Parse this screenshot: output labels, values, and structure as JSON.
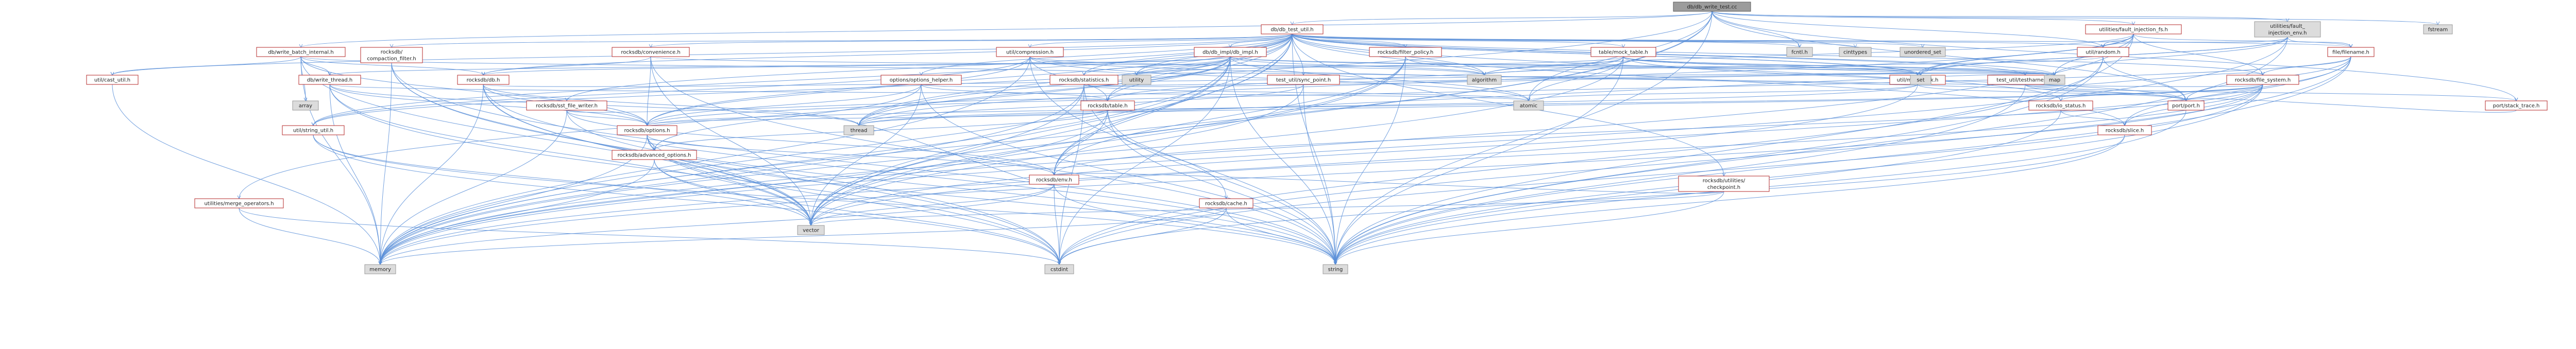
{
  "diagram": {
    "type": "include-dependency-graph",
    "colors": {
      "edge": "#5a8fd8",
      "local_border": "#b52a2a",
      "system_fill": "#dcdcdc",
      "root_fill": "#9c9c9c"
    },
    "nodes": [
      {
        "id": "root",
        "label": "db/db_write_test.cc",
        "kind": "root"
      },
      {
        "id": "db_test_util",
        "label": "db/db_test_util.h",
        "kind": "local"
      },
      {
        "id": "fault_inj_fs",
        "label": "utilities/fault_injection_fs.h",
        "kind": "local"
      },
      {
        "id": "fault_inj_env",
        "label": "utilities/fault_injection_env.h",
        "kind": "system"
      },
      {
        "id": "fstream",
        "label": "fstream",
        "kind": "system"
      },
      {
        "id": "write_batch_internal",
        "label": "db/write_batch_internal.h",
        "kind": "local"
      },
      {
        "id": "compaction_filter",
        "label": "rocksdb/compaction_filter.h",
        "kind": "local"
      },
      {
        "id": "convenience",
        "label": "rocksdb/convenience.h",
        "kind": "local"
      },
      {
        "id": "db_impl",
        "label": "db/db_impl/db_impl.h",
        "kind": "local"
      },
      {
        "id": "filter_policy",
        "label": "rocksdb/filter_policy.h",
        "kind": "local"
      },
      {
        "id": "mock_table",
        "label": "table/mock_table.h",
        "kind": "local"
      },
      {
        "id": "compression",
        "label": "util/compression.h",
        "kind": "local"
      },
      {
        "id": "statistics",
        "label": "rocksdb/statistics.h",
        "kind": "local"
      },
      {
        "id": "options_helper",
        "label": "options/options_helper.h",
        "kind": "local"
      },
      {
        "id": "sync_point",
        "label": "test_util/sync_point.h",
        "kind": "local"
      },
      {
        "id": "testharness",
        "label": "test_util/testharness.h",
        "kind": "local"
      },
      {
        "id": "mutexlock",
        "label": "util/mutexlock.h",
        "kind": "local"
      },
      {
        "id": "random",
        "label": "util/random.h",
        "kind": "local"
      },
      {
        "id": "filename",
        "label": "file/filename.h",
        "kind": "local"
      },
      {
        "id": "file_system",
        "label": "rocksdb/file_system.h",
        "kind": "local"
      },
      {
        "id": "stack_trace",
        "label": "port/stack_trace.h",
        "kind": "local"
      },
      {
        "id": "io_status",
        "label": "rocksdb/io_status.h",
        "kind": "local"
      },
      {
        "id": "port_h",
        "label": "port/port.h",
        "kind": "local"
      },
      {
        "id": "checkpoint",
        "label": "rocksdb/utilities/checkpoint.h",
        "kind": "local"
      },
      {
        "id": "slice",
        "label": "rocksdb/slice.h",
        "kind": "local"
      },
      {
        "id": "db_h",
        "label": "rocksdb/db.h",
        "kind": "local"
      },
      {
        "id": "write_thread",
        "label": "db/write_thread.h",
        "kind": "local"
      },
      {
        "id": "sst_file_writer",
        "label": "rocksdb/sst_file_writer.h",
        "kind": "local"
      },
      {
        "id": "table_h",
        "label": "rocksdb/table.h",
        "kind": "local"
      },
      {
        "id": "options_h",
        "label": "rocksdb/options.h",
        "kind": "local"
      },
      {
        "id": "adv_options",
        "label": "rocksdb/advanced_options.h",
        "kind": "local"
      },
      {
        "id": "env_h",
        "label": "rocksdb/env.h",
        "kind": "local"
      },
      {
        "id": "cache_h",
        "label": "rocksdb/cache.h",
        "kind": "local"
      },
      {
        "id": "cast_util",
        "label": "util/cast_util.h",
        "kind": "local"
      },
      {
        "id": "string_util",
        "label": "util/string_util.h",
        "kind": "local"
      },
      {
        "id": "merge_operators",
        "label": "utilities/merge_operators.h",
        "kind": "local"
      },
      {
        "id": "array",
        "label": "array",
        "kind": "system"
      },
      {
        "id": "utility",
        "label": "utility",
        "kind": "system"
      },
      {
        "id": "fcntl",
        "label": "fcntl.h",
        "kind": "system"
      },
      {
        "id": "cinttypes",
        "label": "cinttypes",
        "kind": "system"
      },
      {
        "id": "unordered_set",
        "label": "unordered_set",
        "kind": "system"
      },
      {
        "id": "algorithm",
        "label": "algorithm",
        "kind": "system"
      },
      {
        "id": "set",
        "label": "set",
        "kind": "system"
      },
      {
        "id": "map",
        "label": "map",
        "kind": "system"
      },
      {
        "id": "thread",
        "label": "thread",
        "kind": "system"
      },
      {
        "id": "atomic",
        "label": "atomic",
        "kind": "system"
      },
      {
        "id": "memory",
        "label": "memory",
        "kind": "system"
      },
      {
        "id": "vector",
        "label": "vector",
        "kind": "system"
      },
      {
        "id": "cstdint",
        "label": "cstdint",
        "kind": "system"
      },
      {
        "id": "string",
        "label": "string",
        "kind": "system"
      }
    ],
    "edges": [
      [
        "root",
        "db_test_util"
      ],
      [
        "root",
        "fault_inj_fs"
      ],
      [
        "root",
        "fault_inj_env"
      ],
      [
        "root",
        "fstream"
      ],
      [
        "root",
        "write_batch_internal"
      ],
      [
        "root",
        "memory"
      ],
      [
        "root",
        "port_h"
      ],
      [
        "root",
        "random"
      ],
      [
        "root",
        "atomic"
      ],
      [
        "root",
        "thread"
      ],
      [
        "root",
        "vector"
      ],
      [
        "root",
        "string"
      ],
      [
        "root",
        "fcntl"
      ],
      [
        "root",
        "stack_trace"
      ],
      [
        "db_test_util",
        "fcntl"
      ],
      [
        "db_test_util",
        "cinttypes"
      ],
      [
        "db_test_util",
        "unordered_set"
      ],
      [
        "db_test_util",
        "algorithm"
      ],
      [
        "db_test_util",
        "set"
      ],
      [
        "db_test_util",
        "map"
      ],
      [
        "db_test_util",
        "thread"
      ],
      [
        "db_test_util",
        "memory"
      ],
      [
        "db_test_util",
        "vector"
      ],
      [
        "db_test_util",
        "string"
      ],
      [
        "db_test_util",
        "utility"
      ],
      [
        "db_test_util",
        "compaction_filter"
      ],
      [
        "db_test_util",
        "convenience"
      ],
      [
        "db_test_util",
        "db_impl"
      ],
      [
        "db_test_util",
        "filter_policy"
      ],
      [
        "db_test_util",
        "mock_table"
      ],
      [
        "db_test_util",
        "compression"
      ],
      [
        "db_test_util",
        "statistics"
      ],
      [
        "db_test_util",
        "options_helper"
      ],
      [
        "db_test_util",
        "sync_point"
      ],
      [
        "db_test_util",
        "testharness"
      ],
      [
        "db_test_util",
        "mutexlock"
      ],
      [
        "db_test_util",
        "random"
      ],
      [
        "db_test_util",
        "file_system"
      ],
      [
        "db_test_util",
        "db_h"
      ],
      [
        "db_test_util",
        "sst_file_writer"
      ],
      [
        "db_test_util",
        "table_h"
      ],
      [
        "db_test_util",
        "options_h"
      ],
      [
        "db_test_util",
        "env_h"
      ],
      [
        "db_test_util",
        "slice"
      ],
      [
        "db_test_util",
        "io_status"
      ],
      [
        "db_test_util",
        "checkpoint"
      ],
      [
        "db_test_util",
        "cast_util"
      ],
      [
        "db_test_util",
        "string_util"
      ],
      [
        "db_test_util",
        "merge_operators"
      ],
      [
        "db_test_util",
        "filename"
      ],
      [
        "fault_inj_fs",
        "algorithm"
      ],
      [
        "fault_inj_fs",
        "map"
      ],
      [
        "fault_inj_fs",
        "set"
      ],
      [
        "fault_inj_fs",
        "string"
      ],
      [
        "fault_inj_fs",
        "file_system"
      ],
      [
        "fault_inj_fs",
        "filename"
      ],
      [
        "fault_inj_fs",
        "mutexlock"
      ],
      [
        "fault_inj_fs",
        "random"
      ],
      [
        "fault_inj_fs",
        "thread"
      ],
      [
        "fault_inj_fs",
        "memory"
      ],
      [
        "fault_inj_env",
        "filename"
      ],
      [
        "fault_inj_env",
        "mutexlock"
      ],
      [
        "fault_inj_env",
        "random"
      ],
      [
        "fault_inj_env",
        "map"
      ],
      [
        "fault_inj_env",
        "set"
      ],
      [
        "fault_inj_env",
        "string"
      ],
      [
        "fault_inj_env",
        "memory"
      ],
      [
        "write_batch_internal",
        "array"
      ],
      [
        "write_batch_internal",
        "vector"
      ],
      [
        "write_batch_internal",
        "db_h"
      ],
      [
        "write_batch_internal",
        "write_thread"
      ],
      [
        "write_batch_internal",
        "cast_util"
      ],
      [
        "write_batch_internal",
        "memory"
      ],
      [
        "write_batch_internal",
        "options_h"
      ],
      [
        "write_batch_internal",
        "utility"
      ],
      [
        "compaction_filter",
        "memory"
      ],
      [
        "compaction_filter",
        "string"
      ],
      [
        "compaction_filter",
        "vector"
      ],
      [
        "compaction_filter",
        "cstdint"
      ],
      [
        "convenience",
        "map"
      ],
      [
        "convenience",
        "string"
      ],
      [
        "convenience",
        "vector"
      ],
      [
        "convenience",
        "db_h"
      ],
      [
        "convenience",
        "options_h"
      ],
      [
        "db_impl",
        "atomic"
      ],
      [
        "db_impl",
        "map"
      ],
      [
        "db_impl",
        "set"
      ],
      [
        "db_impl",
        "string"
      ],
      [
        "db_impl",
        "thread"
      ],
      [
        "db_impl",
        "utility"
      ],
      [
        "db_impl",
        "vector"
      ],
      [
        "db_impl",
        "memory"
      ],
      [
        "db_impl",
        "db_h"
      ],
      [
        "db_impl",
        "env_h"
      ],
      [
        "db_impl",
        "table_h"
      ],
      [
        "db_impl",
        "statistics"
      ],
      [
        "db_impl",
        "algorithm"
      ],
      [
        "db_impl",
        "cstdint"
      ],
      [
        "db_impl",
        "write_thread"
      ],
      [
        "db_impl",
        "string_util"
      ],
      [
        "filter_policy",
        "memory"
      ],
      [
        "filter_policy",
        "string"
      ],
      [
        "filter_policy",
        "vector"
      ],
      [
        "filter_policy",
        "algorithm"
      ],
      [
        "filter_policy",
        "env_h"
      ],
      [
        "mock_table",
        "algorithm"
      ],
      [
        "mock_table",
        "atomic"
      ],
      [
        "mock_table",
        "map"
      ],
      [
        "mock_table",
        "set"
      ],
      [
        "mock_table",
        "memory"
      ],
      [
        "mock_table",
        "string"
      ],
      [
        "mock_table",
        "utility"
      ],
      [
        "mock_table",
        "port_h"
      ],
      [
        "mock_table",
        "table_h"
      ],
      [
        "mock_table",
        "mutexlock"
      ],
      [
        "mock_table",
        "testharness"
      ],
      [
        "compression",
        "algorithm"
      ],
      [
        "compression",
        "atomic"
      ],
      [
        "compression",
        "string"
      ],
      [
        "compression",
        "memory"
      ],
      [
        "compression",
        "options_h"
      ],
      [
        "compression",
        "table_h"
      ],
      [
        "compression",
        "port_h"
      ],
      [
        "compression",
        "string_util"
      ],
      [
        "statistics",
        "atomic"
      ],
      [
        "statistics",
        "map"
      ],
      [
        "statistics",
        "memory"
      ],
      [
        "statistics",
        "string"
      ],
      [
        "statistics",
        "vector"
      ],
      [
        "statistics",
        "cstdint"
      ],
      [
        "options_helper",
        "map"
      ],
      [
        "options_helper",
        "string"
      ],
      [
        "options_helper",
        "vector"
      ],
      [
        "options_helper",
        "options_h"
      ],
      [
        "options_helper",
        "table_h"
      ],
      [
        "options_helper",
        "adv_options"
      ],
      [
        "sync_point",
        "assert"
      ],
      [
        "sync_point",
        "functional"
      ],
      [
        "sync_point",
        "string"
      ],
      [
        "sync_point",
        "thread"
      ],
      [
        "sync_point",
        "vector"
      ],
      [
        "testharness",
        "string"
      ],
      [
        "testharness",
        "file_system"
      ],
      [
        "testharness",
        "port_h"
      ],
      [
        "testharness",
        "stack_trace"
      ],
      [
        "mutexlock",
        "atomic"
      ],
      [
        "mutexlock",
        "memory"
      ],
      [
        "mutexlock",
        "thread"
      ],
      [
        "mutexlock",
        "port_h"
      ],
      [
        "random",
        "algorithm"
      ],
      [
        "random",
        "string"
      ],
      [
        "random",
        "cstdint"
      ],
      [
        "random",
        "port_h"
      ],
      [
        "filename",
        "cstdint"
      ],
      [
        "filename",
        "string"
      ],
      [
        "filename",
        "vector"
      ],
      [
        "filename",
        "file_system"
      ],
      [
        "filename",
        "options_h"
      ],
      [
        "filename",
        "port_h"
      ],
      [
        "filename",
        "slice"
      ],
      [
        "file_system",
        "memory"
      ],
      [
        "file_system",
        "string"
      ],
      [
        "file_system",
        "vector"
      ],
      [
        "file_system",
        "cstdint"
      ],
      [
        "file_system",
        "io_status"
      ],
      [
        "file_system",
        "env_h"
      ],
      [
        "file_system",
        "options_h"
      ],
      [
        "file_system",
        "slice"
      ],
      [
        "file_system",
        "thread"
      ],
      [
        "file_system",
        "utility"
      ],
      [
        "stack_trace",
        "port_h"
      ],
      [
        "io_status",
        "string"
      ],
      [
        "io_status",
        "slice"
      ],
      [
        "port_h",
        "string"
      ],
      [
        "checkpoint",
        "string"
      ],
      [
        "checkpoint",
        "vector"
      ],
      [
        "checkpoint",
        "env_h"
      ],
      [
        "slice",
        "string"
      ],
      [
        "slice",
        "cstdint"
      ],
      [
        "db_h",
        "memory"
      ],
      [
        "db_h",
        "string"
      ],
      [
        "db_h",
        "vector"
      ],
      [
        "db_h",
        "map"
      ],
      [
        "db_h",
        "options_h"
      ],
      [
        "db_h",
        "cstdint"
      ],
      [
        "db_h",
        "thread"
      ],
      [
        "write_thread",
        "atomic"
      ],
      [
        "write_thread",
        "memory"
      ],
      [
        "write_thread",
        "thread"
      ],
      [
        "write_thread",
        "vector"
      ],
      [
        "write_thread",
        "cstdint"
      ],
      [
        "write_thread",
        "options_h"
      ],
      [
        "sst_file_writer",
        "memory"
      ],
      [
        "sst_file_writer",
        "string"
      ],
      [
        "sst_file_writer",
        "env_h"
      ],
      [
        "sst_file_writer",
        "options_h"
      ],
      [
        "sst_file_writer",
        "table_h"
      ],
      [
        "table_h",
        "map"
      ],
      [
        "table_h",
        "memory"
      ],
      [
        "table_h",
        "string"
      ],
      [
        "table_h",
        "cache_h"
      ],
      [
        "table_h",
        "env_h"
      ],
      [
        "table_h",
        "options_h"
      ],
      [
        "table_h",
        "adv_options"
      ],
      [
        "options_h",
        "memory"
      ],
      [
        "options_h",
        "string"
      ],
      [
        "options_h",
        "vector"
      ],
      [
        "options_h",
        "adv_options"
      ],
      [
        "options_h",
        "env_h"
      ],
      [
        "options_h",
        "cstdint"
      ],
      [
        "adv_options",
        "memory"
      ],
      [
        "adv_options",
        "vector"
      ],
      [
        "adv_options",
        "cstdint"
      ],
      [
        "env_h",
        "memory"
      ],
      [
        "env_h",
        "string"
      ],
      [
        "env_h",
        "vector"
      ],
      [
        "env_h",
        "cstdint"
      ],
      [
        "env_h",
        "thread"
      ],
      [
        "cache_h",
        "memory"
      ],
      [
        "cache_h",
        "string"
      ],
      [
        "cache_h",
        "cstdint"
      ],
      [
        "cast_util",
        "memory"
      ],
      [
        "string_util",
        "string"
      ],
      [
        "string_util",
        "vector"
      ],
      [
        "string_util",
        "cstdint"
      ],
      [
        "merge_operators",
        "memory"
      ],
      [
        "merge_operators",
        "cstdint"
      ]
    ]
  }
}
